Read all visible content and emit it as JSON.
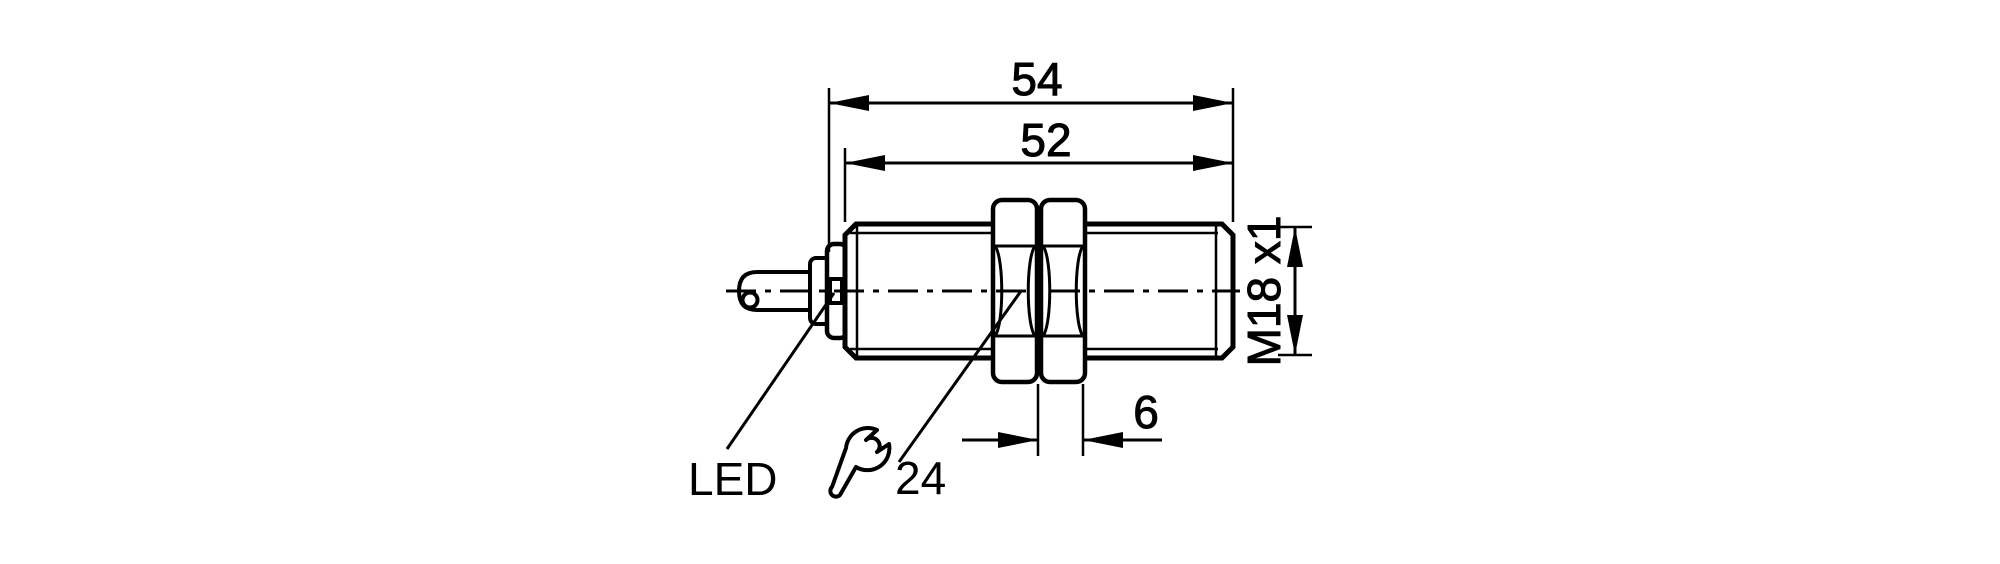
{
  "drawing": {
    "type": "technical-dimension-drawing",
    "subject": "M18 cylindrical inductive sensor, side view with cable, LED ring, threaded barrel and two lock nuts",
    "background_color": "#ffffff",
    "line_color": "#000000",
    "labels": {
      "dim_length_total": "54",
      "dim_length_thread": "52",
      "dim_nut_width": "6",
      "thread_spec": "M18 x1",
      "wrench_size": "24",
      "led": "LED"
    }
  }
}
